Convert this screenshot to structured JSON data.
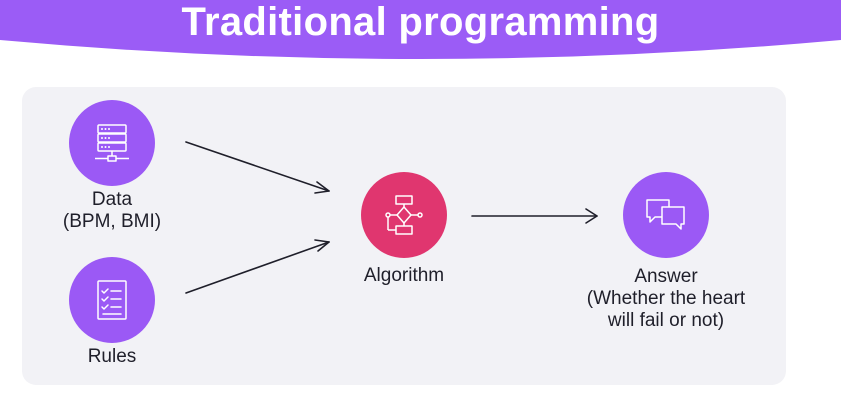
{
  "title": "Traditional programming",
  "colors": {
    "banner": "#9b5cf6",
    "node_purple": "#9b59f5",
    "node_pink": "#e0366f",
    "panel": "#f2f2f6"
  },
  "nodes": {
    "data": {
      "label_line1": "Data",
      "label_line2": "(BPM, BMI)",
      "icon": "server-icon"
    },
    "rules": {
      "label": "Rules",
      "icon": "checklist-icon"
    },
    "algorithm": {
      "label": "Algorithm",
      "icon": "flowchart-icon"
    },
    "answer": {
      "label_line1": "Answer",
      "label_line2": "(Whether the heart",
      "label_line3": "will fail or not)",
      "icon": "chat-bubbles-icon"
    }
  }
}
